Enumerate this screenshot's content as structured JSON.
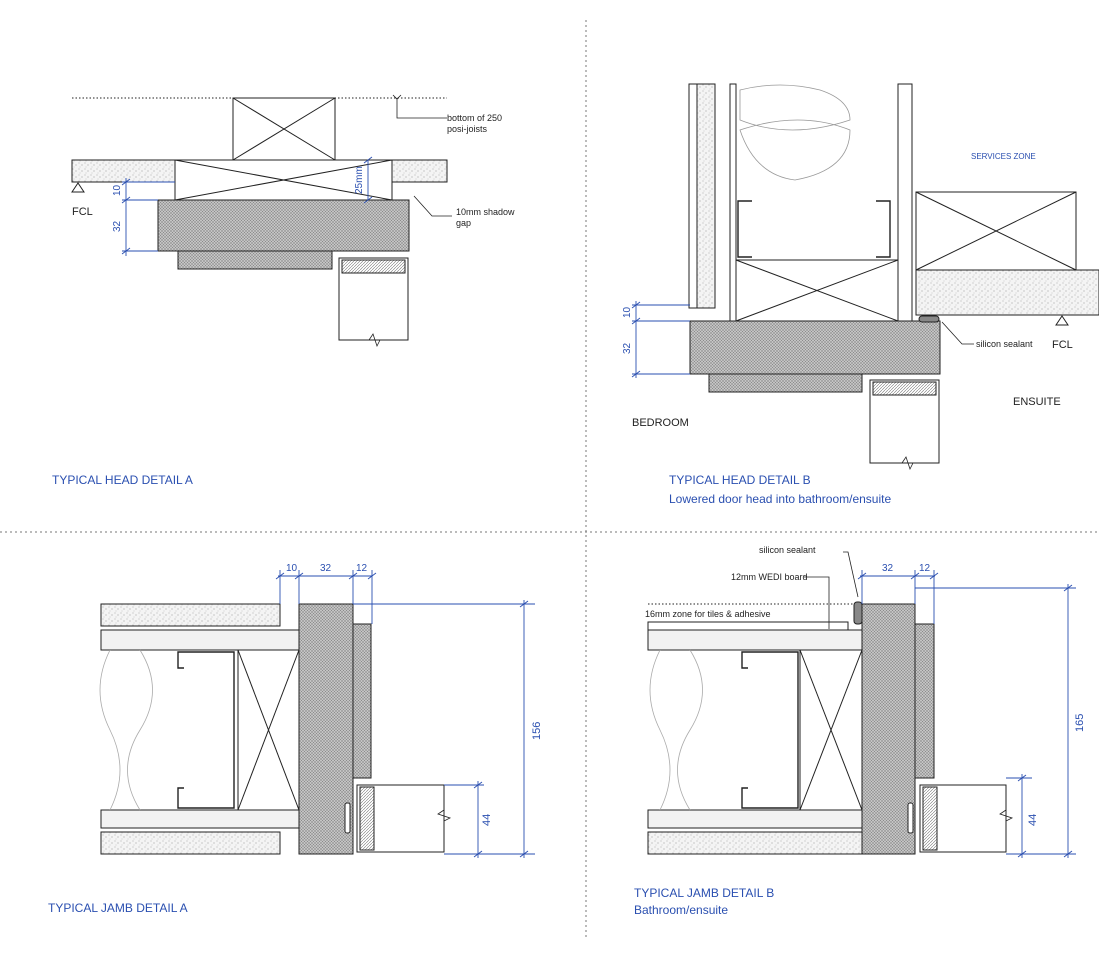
{
  "colors": {
    "annotation": "#2a4fb0",
    "line": "#222222",
    "fill_dense": "#b9b9b9",
    "fill_grain": "#eeeeee"
  },
  "head_a": {
    "title": "TYPICAL HEAD DETAIL A",
    "note_joists": "bottom of 250",
    "note_joists_2": "posi-joists",
    "note_gap": "10mm shadow",
    "note_gap_2": "gap",
    "fcl": "FCL",
    "dim_10": "10",
    "dim_32": "32",
    "dim_25mm": "25mm"
  },
  "head_b": {
    "title": "TYPICAL HEAD DETAIL B",
    "subtitle": "Lowered door head into bathroom/ensuite",
    "services_zone": "SERVICES ZONE",
    "silicon_sealant": "silicon sealant",
    "fcl": "FCL",
    "ensuite": "ENSUITE",
    "bedroom": "BEDROOM",
    "dim_10": "10",
    "dim_32": "32"
  },
  "jamb_a": {
    "title": "TYPICAL JAMB DETAIL A",
    "dim_10": "10",
    "dim_32": "32",
    "dim_12": "12",
    "dim_156": "156",
    "dim_44": "44"
  },
  "jamb_b": {
    "title": "TYPICAL JAMB DETAIL B",
    "subtitle": "Bathroom/ensuite",
    "silicon_sealant": "silicon sealant",
    "wedi_board": "12mm WEDI board",
    "tile_zone": "16mm zone for tiles & adhesive",
    "dim_32": "32",
    "dim_12": "12",
    "dim_165": "165",
    "dim_44": "44"
  }
}
